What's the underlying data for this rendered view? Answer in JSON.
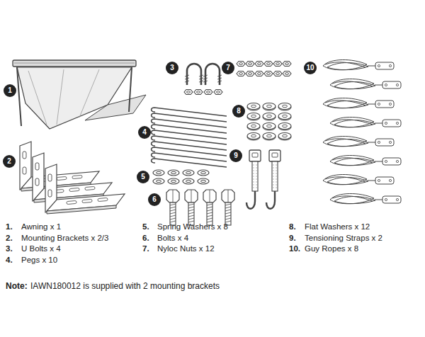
{
  "diagram": {
    "labels": [
      "1",
      "2",
      "3",
      "4",
      "5",
      "6",
      "7",
      "8",
      "9",
      "10",
      "1.",
      "Awning x 1",
      "2.",
      "Mounting Brackets x 2/3",
      "3.",
      "U Bolts x 4",
      "4.",
      "Pegs x 10",
      "5.",
      "Spring Washers x 8",
      "6.",
      "Bolts x 4",
      "7.",
      "Nyloc Nuts x 12",
      "8.",
      "Flat Washers x 12",
      "9.",
      "Tensioning Straps x 2",
      "10.",
      "Guy Ropes x 8",
      "Note:",
      "IAWN180012 is supplied with 2 mounting brackets"
    ]
  }
}
